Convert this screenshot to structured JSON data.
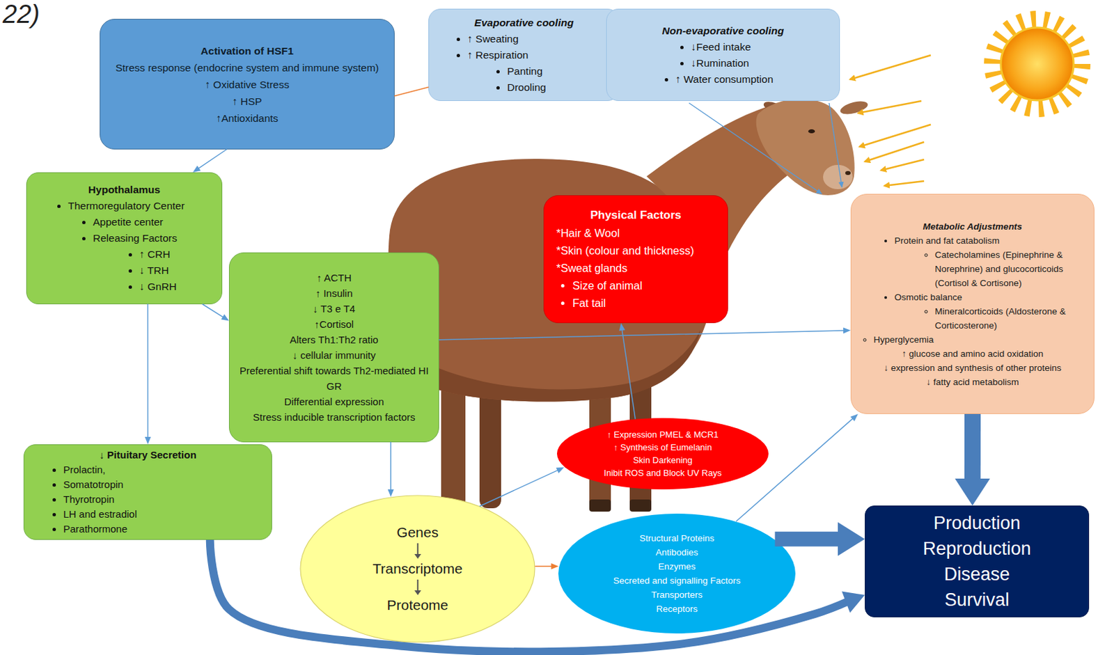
{
  "diagram": {
    "nodes": [
      {
        "text": [
          "Activation of HSF1",
          "Stress response (endocrine system and immune system)",
          "↑ Oxidative Stress",
          "↑ HSP",
          "↑Antioxidants"
        ]
      },
      {
        "text": [
          "Evaporative cooling",
          "↑ Sweating",
          "↑ Respiration",
          "Panting",
          "Drooling"
        ]
      },
      {
        "text": [
          "Non-evaporative cooling",
          "↓Feed intake",
          "↓Rumination",
          "↑ Water consumption"
        ]
      },
      {
        "text": [
          "Hypothalamus",
          "Thermoregulatory Center",
          "Appetite center",
          "Releasing Factors",
          "↑ CRH",
          "↓ TRH",
          "↓ GnRH"
        ]
      },
      {
        "text": [
          "↑ ACTH",
          "↑ Insulin",
          "↓ T3 e T4",
          "↑Cortisol",
          "Alters Th1:Th2 ratio",
          "↓ cellular immunity",
          "Preferential shift towards Th2-mediated HI",
          "GR",
          "Differential expression",
          "Stress inducible transcription factors"
        ]
      },
      {
        "text": [
          "↓ Pituitary Secretion",
          "Prolactin,",
          "Somatotropin",
          "Thyrotropin",
          "LH and estradiol",
          "Parathormone"
        ]
      },
      {
        "text": [
          "Physical Factors",
          "*Hair & Wool",
          "*Skin (colour and thickness)",
          "*Sweat glands",
          "Size of animal",
          "Fat tail"
        ]
      },
      {
        "text": [
          "Metabolic Adjustments",
          "Protein and fat catabolism",
          "Catecholamines (Epinephrine & Norephrine) and glucocorticoids (Cortisol & Cortisone)",
          "Osmotic balance",
          "Mineralcorticoids (Aldosterone & Corticosterone)",
          "Hyperglycemia",
          "↑ glucose and amino acid oxidation",
          "↓ expression and synthesis of other proteins",
          "↓ fatty acid metabolism"
        ]
      },
      {
        "text": [
          "↑ Expression PMEL & MCR1",
          "↑ Synthesis of Eumelanin",
          "Skin Darkening",
          "Inibit ROS and Block UV Rays"
        ]
      },
      {
        "text": [
          "Genes",
          "Transcriptome",
          "Proteome"
        ]
      },
      {
        "text": [
          "Structural Proteins",
          "Antibodies",
          "Enzymes",
          "Secreted and signalling Factors",
          "Transporters",
          "Receptors"
        ]
      },
      {
        "text": [
          "Production",
          "Reproduction",
          "Disease",
          "Survival"
        ]
      }
    ],
    "edges": [
      {
        "from": 1,
        "to": 0,
        "arrow": "none"
      },
      {
        "from": 0,
        "to": 3,
        "arrow": "to"
      },
      {
        "from": 3,
        "to": 5,
        "arrow": "to"
      },
      {
        "from": 3,
        "to": 4,
        "arrow": "to"
      },
      {
        "from": 4,
        "to": 9,
        "arrow": "to"
      },
      {
        "from": 9,
        "to": 8,
        "arrow": "to"
      },
      {
        "from": 8,
        "to": 6,
        "arrow": "to"
      },
      {
        "from": 4,
        "to": 7,
        "arrow": "to"
      },
      {
        "from": 9,
        "to": 10,
        "arrow": "to"
      },
      {
        "from": 10,
        "to": 7,
        "arrow": "to"
      },
      {
        "from": 7,
        "to": 11,
        "arrow": "to"
      },
      {
        "from": 10,
        "to": 11,
        "arrow": "to"
      },
      {
        "from": 5,
        "to": 11,
        "arrow": "to"
      }
    ],
    "labels": [
      "22)"
    ]
  }
}
